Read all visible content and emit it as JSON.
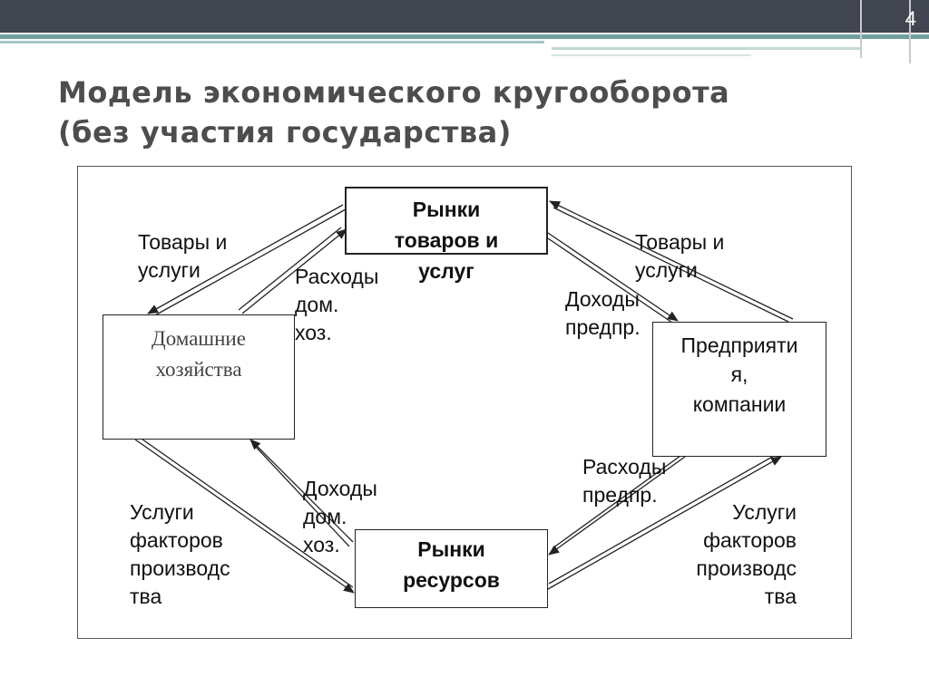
{
  "slide": {
    "number": "4"
  },
  "title": {
    "line1": "Модель экономического кругооборота",
    "line2": "(без участия государства)"
  },
  "nodes": {
    "goods_market": {
      "line1": "Рынки",
      "line2": "товаров и",
      "line3": "услуг"
    },
    "households": {
      "line1": "Домашние",
      "line2": "хозяйства"
    },
    "firms": {
      "line1": "Предприяти",
      "line2": "я,",
      "line3": "компании"
    },
    "resource_market": {
      "line1": "Рынки",
      "line2": "ресурсов"
    }
  },
  "flows": {
    "goods_to_households": {
      "line1": "Товары и",
      "line2": "услуги"
    },
    "household_spending": {
      "line1": "Расходы",
      "line2": "дом.",
      "line3": "хоз."
    },
    "firms_to_goods": {
      "line1": "Товары и",
      "line2": "услуги"
    },
    "firm_revenue": {
      "line1": "Доходы",
      "line2": "предпр."
    },
    "household_income": {
      "line1": "Доходы",
      "line2": "дом.",
      "line3": "хоз."
    },
    "household_factor_services": {
      "line1": "Услуги",
      "line2": "факторов",
      "line3": "производс",
      "line4": "тва"
    },
    "firm_spending": {
      "line1": "Расходы",
      "line2": "предпр."
    },
    "firm_factor_services": {
      "line1": "Услуги",
      "line2": "факторов",
      "line3": "производс",
      "line4": "тва"
    }
  }
}
